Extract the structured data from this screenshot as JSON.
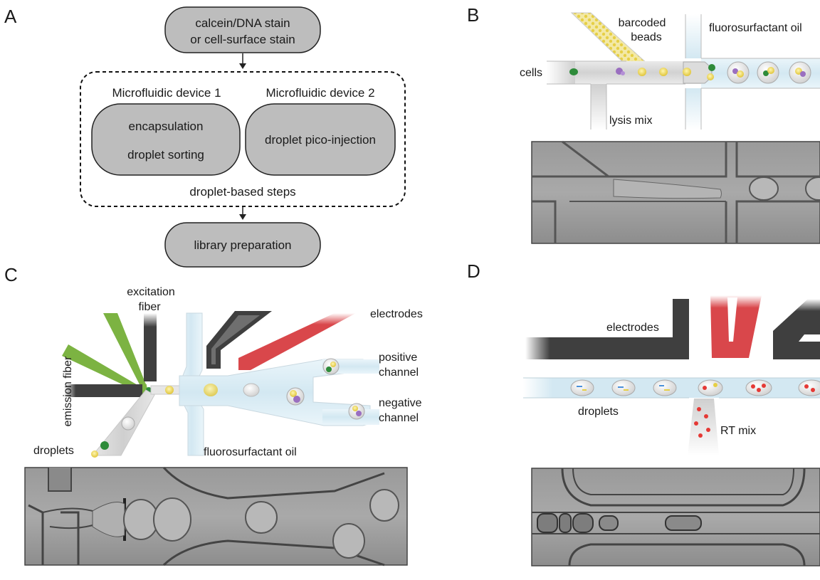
{
  "panels": {
    "a": {
      "letter": "A",
      "stain_line1": "calcein/DNA stain",
      "stain_line2": "or  cell-surface stain",
      "device1_title": "Microfluidic device 1",
      "device1_step1": "encapsulation",
      "device1_step2": "droplet sorting",
      "device2_title": "Microfluidic device 2",
      "device2_step": "droplet pico-injection",
      "group_caption": "droplet-based steps",
      "final_step": "library preparation"
    },
    "b": {
      "letter": "B",
      "beads_line1": "barcoded",
      "beads_line2": "beads",
      "oil": "fluorosurfactant oil",
      "cells": "cells",
      "lysis": "lysis mix"
    },
    "c": {
      "letter": "C",
      "excitation_line1": "excitation",
      "excitation_line2": "fiber",
      "emission": "emission fiber",
      "electrodes": "electrodes",
      "positive_line1": "positive",
      "positive_line2": "channel",
      "negative_line1": "negative",
      "negative_line2": "channel",
      "droplets": "droplets",
      "oil": "fluorosurfactant oil"
    },
    "d": {
      "letter": "D",
      "electrodes": "electrodes",
      "droplets": "droplets",
      "rt_mix": "RT mix"
    }
  },
  "colors": {
    "box_fill": "#bdbdbd",
    "oil_blue": "#d7ebf4",
    "electrode_dark": "#4a4a4a",
    "electrode_red": "#d9474b",
    "fiber_green": "#7cb342",
    "bead_yellow": "#e8d24a",
    "cell_green": "#2e8b3a",
    "lysis_purple": "#9a6fc0",
    "rt_red": "#e53935"
  }
}
